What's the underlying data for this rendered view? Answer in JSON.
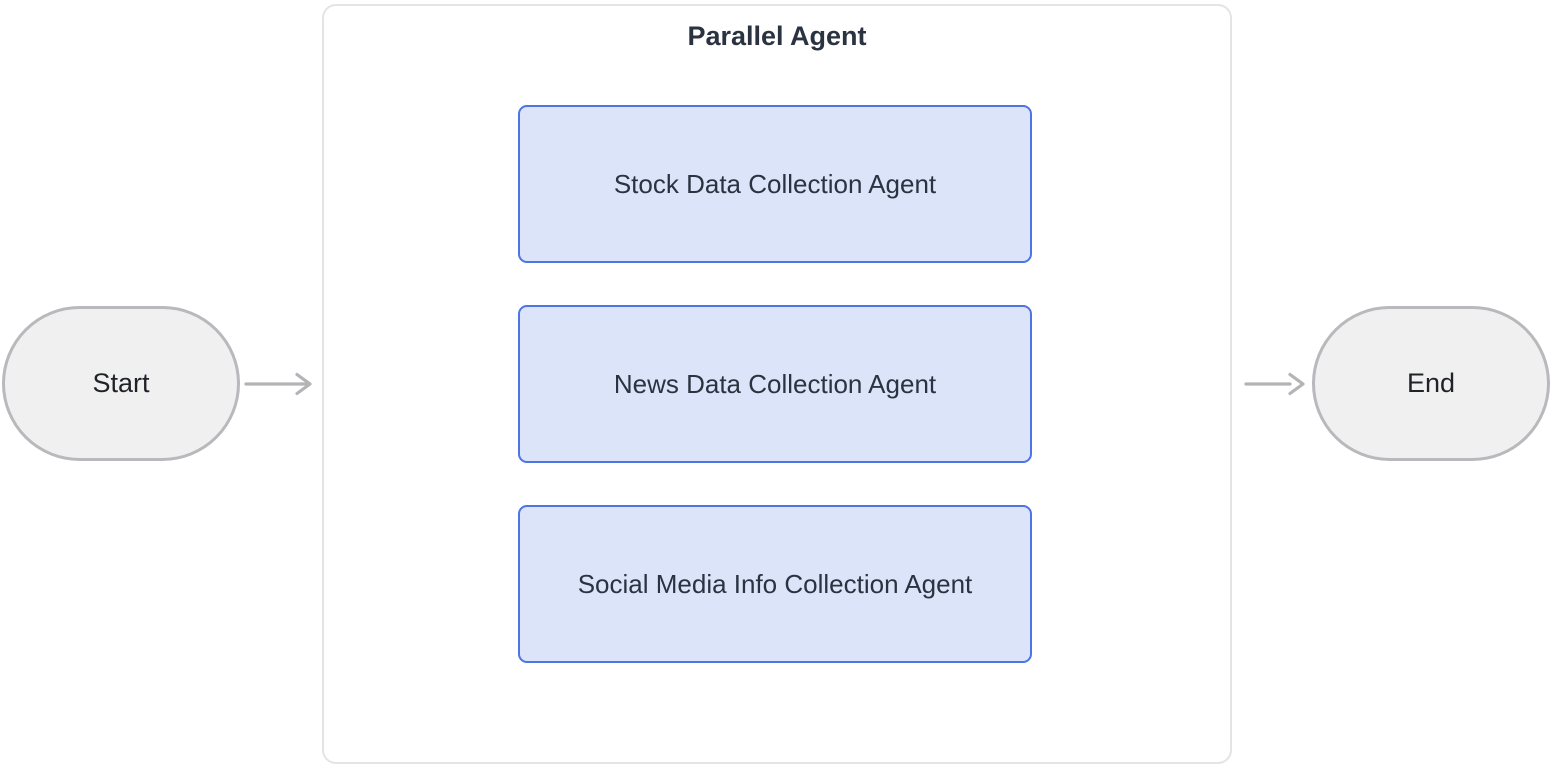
{
  "diagram": {
    "title": "Parallel Agent",
    "start": {
      "label": "Start"
    },
    "end": {
      "label": "End"
    },
    "agents": [
      {
        "label": "Stock Data Collection Agent"
      },
      {
        "label": "News Data Collection Agent"
      },
      {
        "label": "Social Media Info Collection Agent"
      }
    ],
    "colors": {
      "edge": "#b4b4b8",
      "agent_fill": "#dce4fa",
      "agent_border": "#4e74e6",
      "terminal_fill": "#f0f0f1",
      "terminal_border": "#b9b9bd",
      "container_border": "#e4e4e8",
      "text_dark": "#2b3340"
    }
  }
}
